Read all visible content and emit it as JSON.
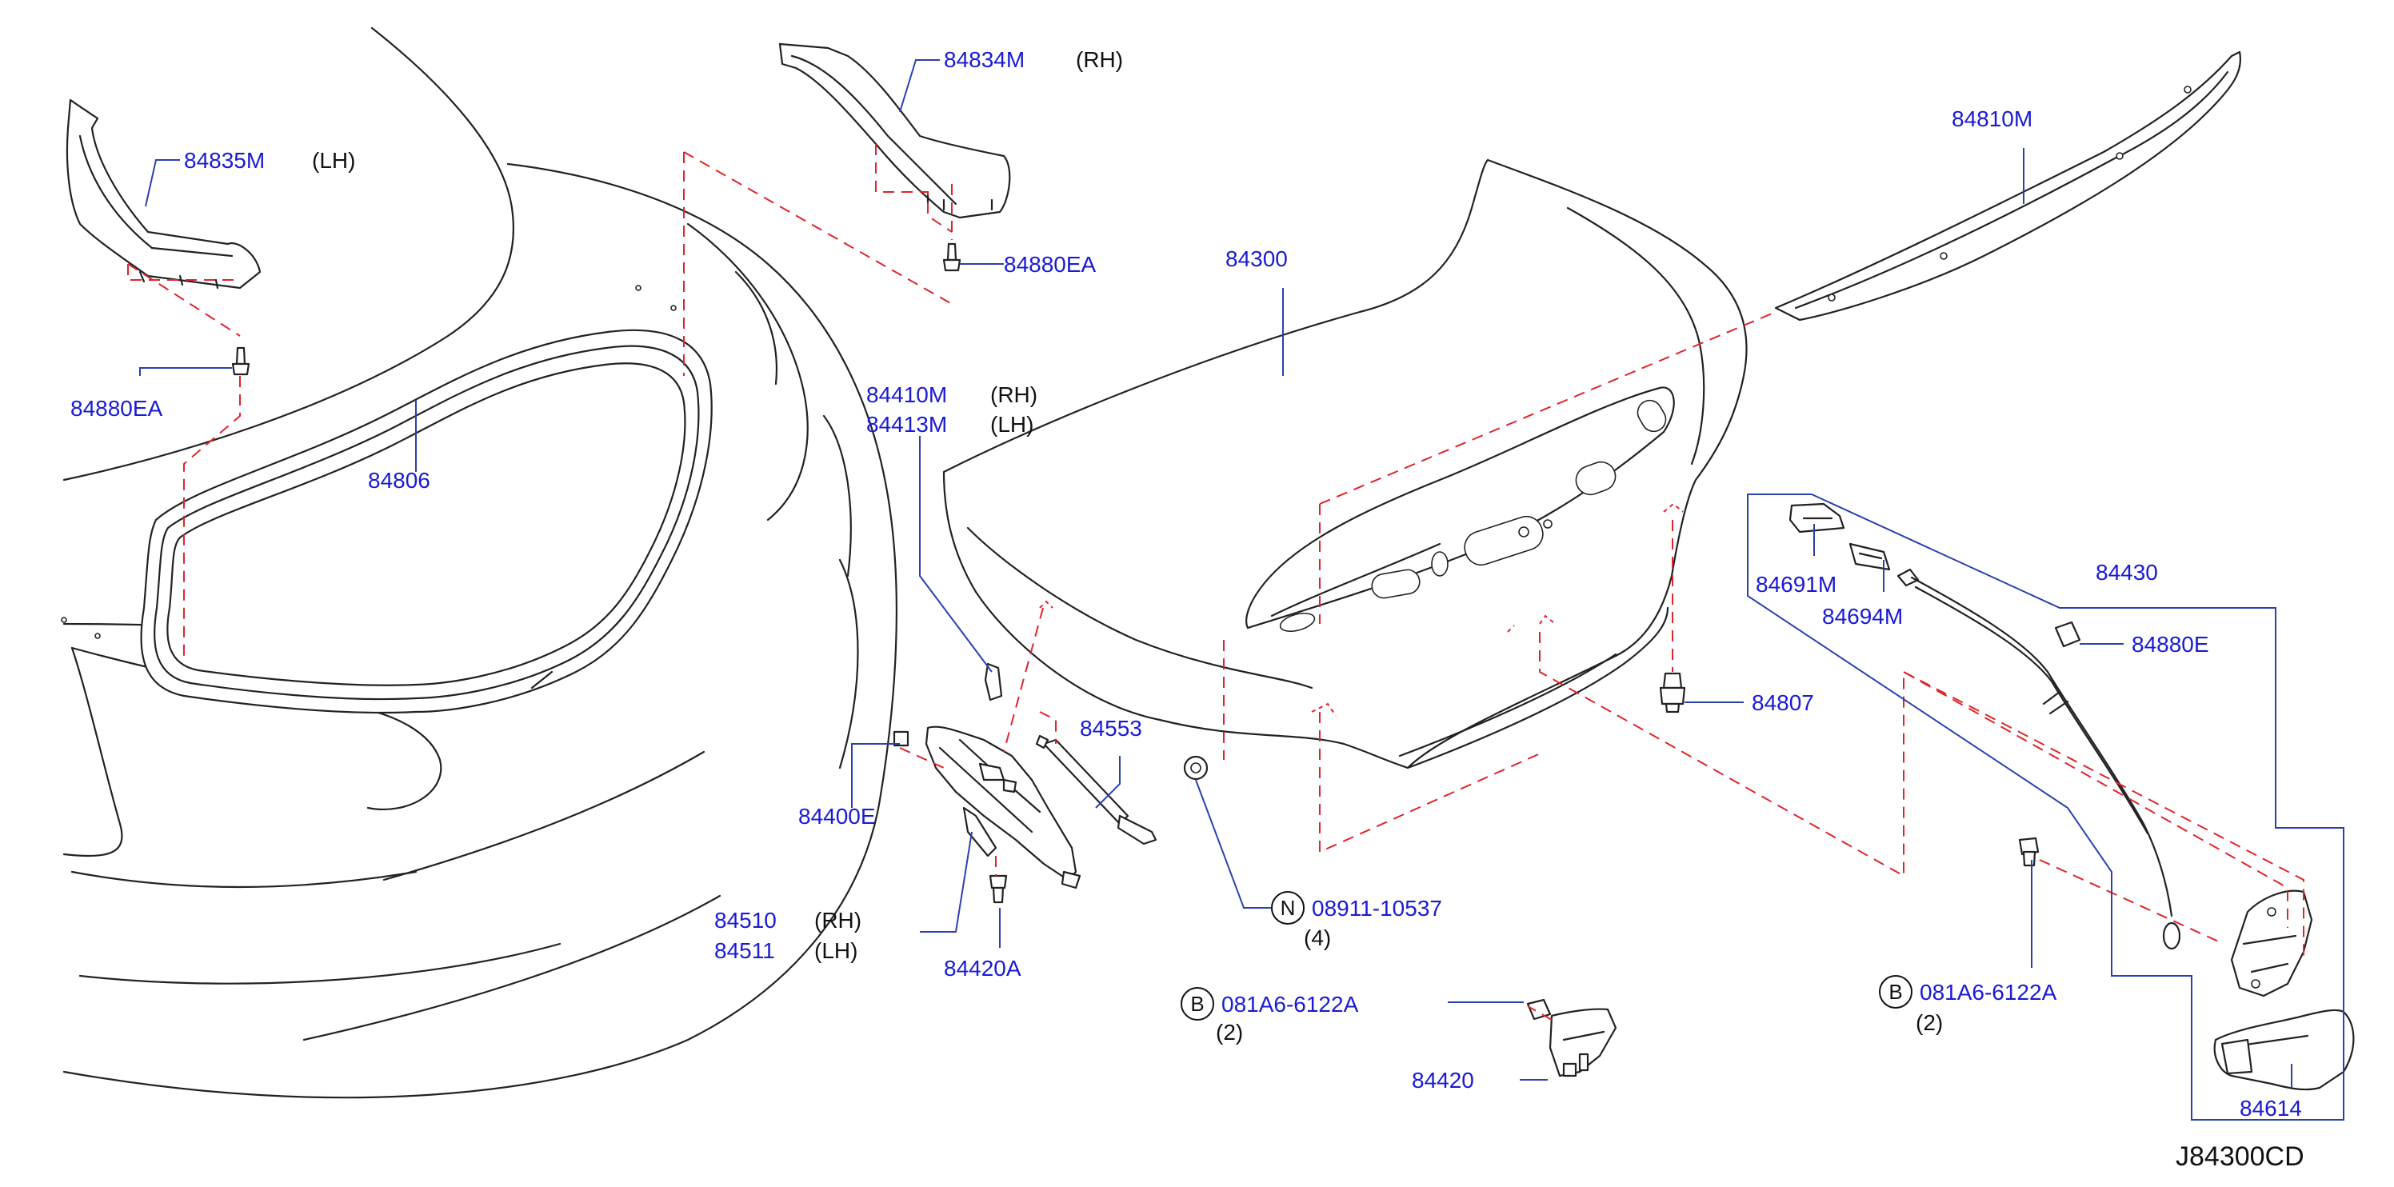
{
  "diagram_code": "J84300CD",
  "parts": {
    "p84835M": {
      "number": "84835M",
      "side": "(LH)"
    },
    "p84834M": {
      "number": "84834M",
      "side": "(RH)"
    },
    "p84880EA_left": {
      "number": "84880EA"
    },
    "p84880EA_top": {
      "number": "84880EA"
    },
    "p84806": {
      "number": "84806"
    },
    "p84300": {
      "number": "84300"
    },
    "p84810M": {
      "number": "84810M"
    },
    "p84410M": {
      "number": "84410M",
      "side": "(RH)"
    },
    "p84413M": {
      "number": "84413M",
      "side": "(LH)"
    },
    "p84553": {
      "number": "84553"
    },
    "p84400E": {
      "number": "84400E"
    },
    "p84510": {
      "number": "84510",
      "side": "(RH)"
    },
    "p84511": {
      "number": "84511",
      "side": "(LH)"
    },
    "p84420A": {
      "number": "84420A"
    },
    "p08911": {
      "badge": "N",
      "number": "08911-10537",
      "qty": "(4)"
    },
    "p081A6_center": {
      "badge": "B",
      "number": "081A6-6122A",
      "qty": "(2)"
    },
    "p84420": {
      "number": "84420"
    },
    "p84807": {
      "number": "84807"
    },
    "p84430": {
      "number": "84430"
    },
    "p84691M": {
      "number": "84691M"
    },
    "p84694M": {
      "number": "84694M"
    },
    "p84880E": {
      "number": "84880E"
    },
    "p081A6_right": {
      "badge": "B",
      "number": "081A6-6122A",
      "qty": "(2)"
    },
    "p84614": {
      "number": "84614"
    }
  }
}
